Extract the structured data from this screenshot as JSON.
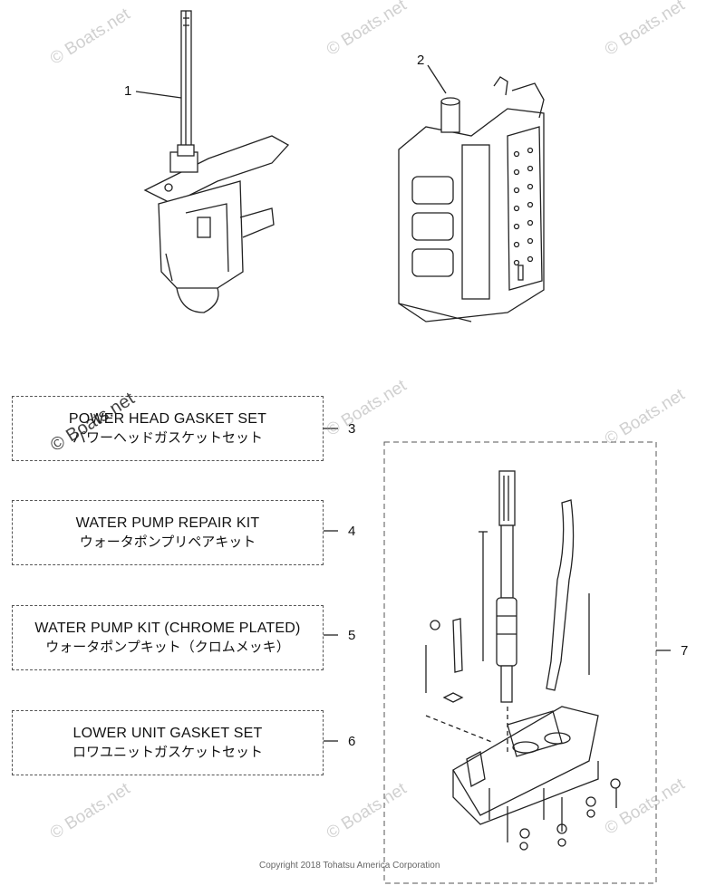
{
  "callouts": {
    "c1": "1",
    "c2": "2",
    "c3": "3",
    "c4": "4",
    "c5": "5",
    "c6": "6",
    "c7": "7"
  },
  "kits": {
    "power_head": {
      "en": "POWER HEAD GASKET SET",
      "jp": "パワーヘッドガスケットセット"
    },
    "water_pump_repair": {
      "en": "WATER PUMP REPAIR KIT",
      "jp": "ウォータポンプリペアキット"
    },
    "water_pump_chrome": {
      "en": "WATER PUMP KIT (CHROME PLATED)",
      "jp": "ウォータポンプキット（クロムメッキ）"
    },
    "lower_unit": {
      "en": "LOWER UNIT GASKET SET",
      "jp": "ロワユニットガスケットセット"
    }
  },
  "watermark": "© Boats.net",
  "copyright": "Copyright 2018 Tohatsu America Corporation"
}
